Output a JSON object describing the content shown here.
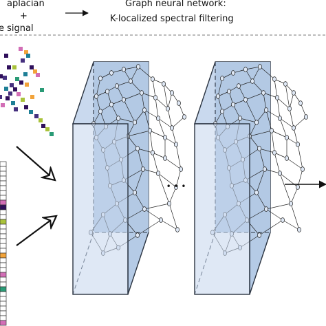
{
  "header": {
    "left_line1": "aplacian",
    "left_line2": "+",
    "left_line3": "e signal",
    "right_line1": "Graph neural network:",
    "right_line2": "K-localized spectral filtering"
  },
  "layer_separator": "• • •",
  "colors": {
    "panel_front": "#c4d5ec",
    "panel_face": "#b5cbe6",
    "panel_edge": "#2a3340",
    "heatmap_cells": [
      "#2f0f5b",
      "#45307e",
      "#1e7f96",
      "#a9c23a",
      "#d26eb6",
      "#f2a33a",
      "#2a9b76"
    ]
  }
}
